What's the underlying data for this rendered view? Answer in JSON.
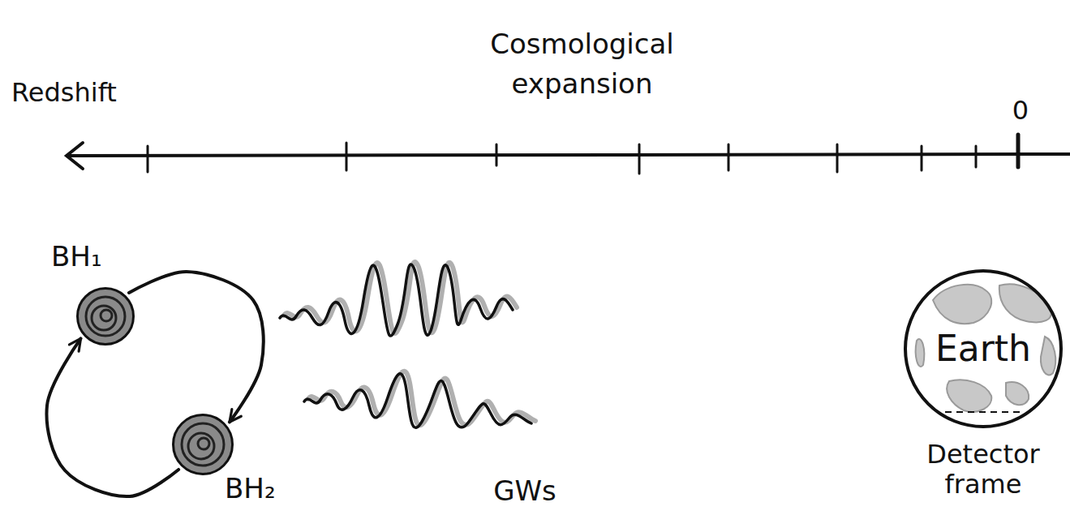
{
  "diagram": {
    "title": "Cosmological expansion",
    "nodes": [
      {
        "text": [
          "BH₁"
        ]
      },
      {
        "text": [
          "BH₂"
        ]
      },
      {
        "text": [
          "Earth",
          "Detector frame"
        ]
      }
    ],
    "edges": [
      {
        "from": 0,
        "to": 1,
        "arrow": "to"
      },
      {
        "from": 1,
        "to": 0,
        "arrow": "to"
      }
    ],
    "labels": [
      "Redshift",
      "0",
      "GWs"
    ]
  }
}
